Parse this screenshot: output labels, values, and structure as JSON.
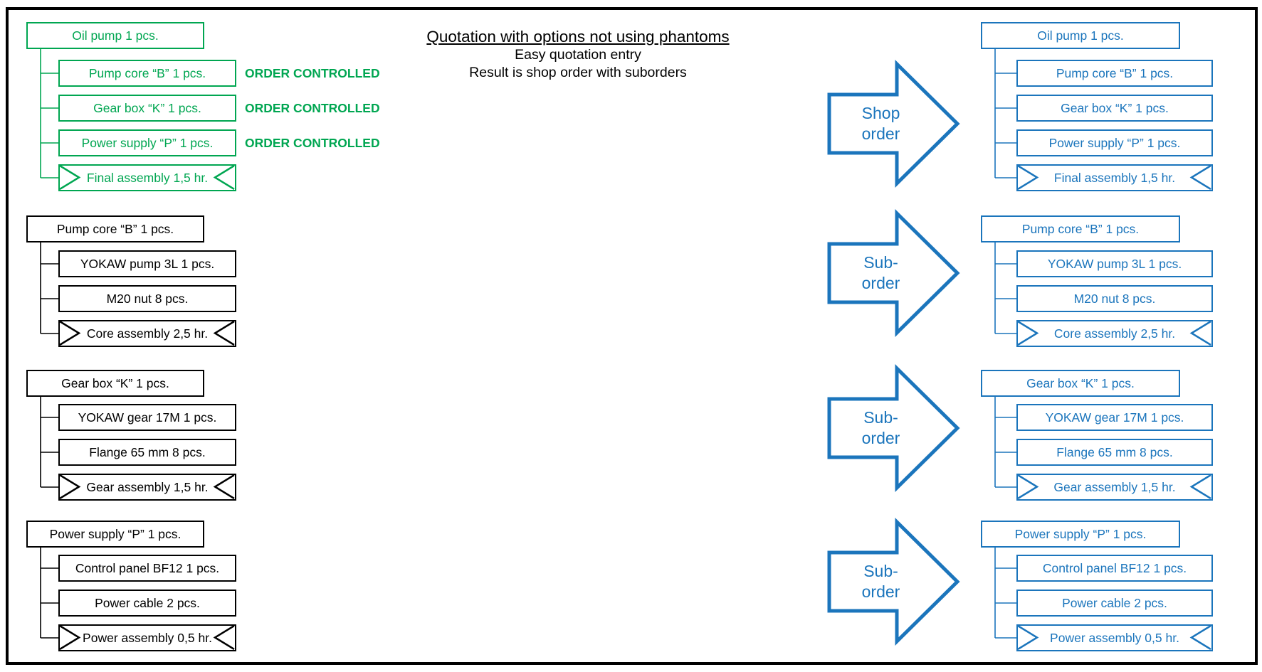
{
  "colors": {
    "green": "#00A651",
    "blue": "#1B75BC",
    "black": "#000000",
    "frame": "#000000"
  },
  "header": {
    "title": "Quotation with options not using phantoms",
    "subtitle_line1": "Easy quotation entry",
    "subtitle_line2": "Result is shop order with suborders"
  },
  "arrows": [
    {
      "line1": "Shop",
      "line2": "order"
    },
    {
      "line1": "Sub-",
      "line2": "order"
    },
    {
      "line1": "Sub-",
      "line2": "order"
    },
    {
      "line1": "Sub-",
      "line2": "order"
    }
  ],
  "left_trees": [
    {
      "style": "green",
      "parent": "Oil pump 1 pcs.",
      "children": [
        {
          "label": "Pump core “B” 1 pcs.",
          "type": "material",
          "annotation": "ORDER CONTROLLED"
        },
        {
          "label": "Gear box “K” 1 pcs.",
          "type": "material",
          "annotation": "ORDER CONTROLLED"
        },
        {
          "label": "Power supply “P” 1 pcs.",
          "type": "material",
          "annotation": "ORDER CONTROLLED"
        },
        {
          "label": "Final assembly 1,5 hr.",
          "type": "operation"
        }
      ]
    },
    {
      "style": "black",
      "parent": "Pump core “B” 1 pcs.",
      "children": [
        {
          "label": "YOKAW pump 3L 1 pcs.",
          "type": "material"
        },
        {
          "label": "M20 nut 8 pcs.",
          "type": "material"
        },
        {
          "label": "Core assembly 2,5 hr.",
          "type": "operation"
        }
      ]
    },
    {
      "style": "black",
      "parent": "Gear box “K” 1 pcs.",
      "children": [
        {
          "label": "YOKAW gear 17M 1 pcs.",
          "type": "material"
        },
        {
          "label": "Flange 65 mm 8 pcs.",
          "type": "material"
        },
        {
          "label": "Gear assembly 1,5 hr.",
          "type": "operation"
        }
      ]
    },
    {
      "style": "black",
      "parent": "Power supply “P” 1 pcs.",
      "children": [
        {
          "label": "Control panel BF12 1 pcs.",
          "type": "material"
        },
        {
          "label": "Power cable 2 pcs.",
          "type": "material"
        },
        {
          "label": "Power assembly 0,5 hr.",
          "type": "operation"
        }
      ]
    }
  ],
  "right_trees": [
    {
      "style": "blue",
      "parent": "Oil pump 1 pcs.",
      "children": [
        {
          "label": "Pump core “B” 1 pcs.",
          "type": "material"
        },
        {
          "label": "Gear box “K” 1 pcs.",
          "type": "material"
        },
        {
          "label": "Power supply “P” 1 pcs.",
          "type": "material"
        },
        {
          "label": "Final assembly 1,5 hr.",
          "type": "operation"
        }
      ]
    },
    {
      "style": "blue",
      "parent": "Pump core “B” 1 pcs.",
      "children": [
        {
          "label": "YOKAW pump 3L 1 pcs.",
          "type": "material"
        },
        {
          "label": "M20 nut 8 pcs.",
          "type": "material"
        },
        {
          "label": "Core assembly 2,5 hr.",
          "type": "operation"
        }
      ]
    },
    {
      "style": "blue",
      "parent": "Gear box “K” 1 pcs.",
      "children": [
        {
          "label": "YOKAW gear 17M 1 pcs.",
          "type": "material"
        },
        {
          "label": "Flange 65 mm 8 pcs.",
          "type": "material"
        },
        {
          "label": "Gear assembly 1,5 hr.",
          "type": "operation"
        }
      ]
    },
    {
      "style": "blue",
      "parent": "Power supply “P” 1 pcs.",
      "children": [
        {
          "label": "Control panel BF12 1 pcs.",
          "type": "material"
        },
        {
          "label": "Power cable 2 pcs.",
          "type": "material"
        },
        {
          "label": "Power assembly 0,5 hr.",
          "type": "operation"
        }
      ]
    }
  ]
}
